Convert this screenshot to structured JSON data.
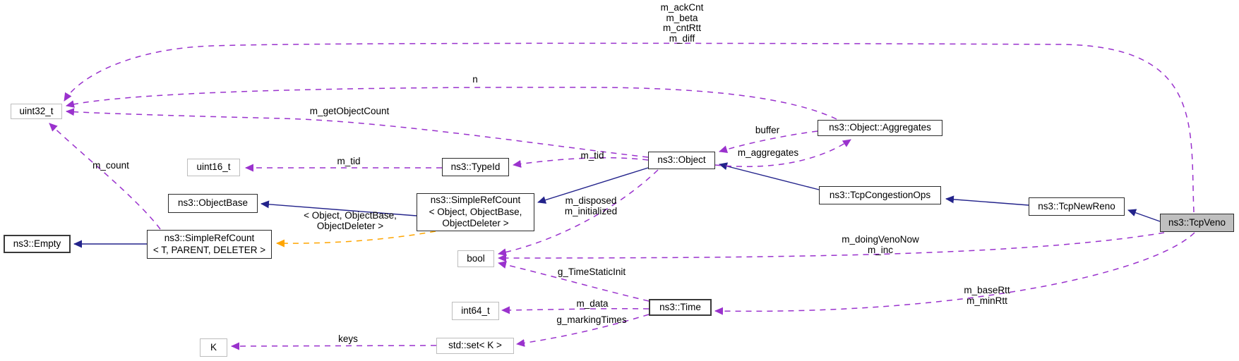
{
  "nodes": {
    "uint32_t": "uint32_t",
    "uint16_t": "uint16_t",
    "typeid": "ns3::TypeId",
    "objectbase": "ns3::ObjectBase",
    "simplerefcount_object": "ns3::SimpleRefCount\n< Object, ObjectBase,\nObjectDeleter >",
    "object": "ns3::Object",
    "aggregates": "ns3::Object::Aggregates",
    "tcpcongestionops": "ns3::TcpCongestionOps",
    "tcpnewreno": "ns3::TcpNewReno",
    "tcpveno": "ns3::TcpVeno",
    "empty": "ns3::Empty",
    "simplerefcount_t": "ns3::SimpleRefCount\n< T, PARENT, DELETER >",
    "bool": "bool",
    "int64_t": "int64_t",
    "time": "ns3::Time",
    "std_set_k": "std::set< K >",
    "k": "K"
  },
  "edge_labels": {
    "tcpveno_uint32": "m_ackCnt\nm_beta\nm_cntRtt\nm_diff",
    "aggregates_uint32": "n",
    "object_uint32": "m_getObjectCount",
    "simplerefcount_uint32": "m_count",
    "typeid_uint16": "m_tid",
    "object_typeid": "m_tid",
    "aggregates_object": "buffer",
    "object_aggregates": "m_aggregates",
    "object_bool": "m_disposed\nm_initialized",
    "template_args": "< Object, ObjectBase,\nObjectDeleter >",
    "tcpveno_bool": "m_doingVenoNow\nm_inc",
    "time_bool": "g_TimeStaticInit",
    "time_int64": "m_data",
    "time_set": "g_markingTimes",
    "tcpveno_time": "m_baseRtt\nm_minRtt",
    "set_k": "keys"
  },
  "colors": {
    "usage_edge": "#9a32cd",
    "inheritance_edge": "#23238b",
    "template_edge": "#ffa500",
    "highlight_fill": "#bfbfbf"
  }
}
